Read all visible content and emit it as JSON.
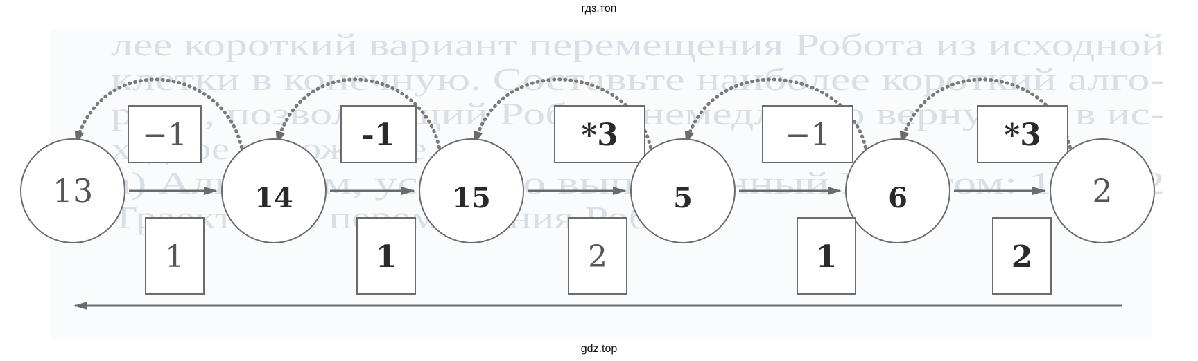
{
  "captions": {
    "top": "гдз.топ",
    "bottom": "gdz.top"
  },
  "background_text": {
    "lines": [
      "лее короткий вариант перемещения Робота из исходной",
      "клетки в конечную. Составьте наиболее короткий алго-",
      "ритм, позволяющий Роботу немедленно вернуться в ис-",
      "ходное положение.",
      "а) Алгоритм, успешно выполненный Роботом: 115432",
      "Траектория перемещения Робота:"
    ]
  },
  "diagram": {
    "nodes": [
      "13",
      "14",
      "15",
      "5",
      "6",
      "2"
    ],
    "operations": [
      "−1",
      "-1",
      "*3",
      "−1",
      "*3"
    ],
    "command_numbers": [
      "1",
      "1",
      "2",
      "1",
      "2"
    ]
  },
  "colors": {
    "stroke": "#6b6b6b",
    "dots": "#8a8a8a",
    "text": "#2a2a2a",
    "ghost": "#d8dfe7"
  }
}
